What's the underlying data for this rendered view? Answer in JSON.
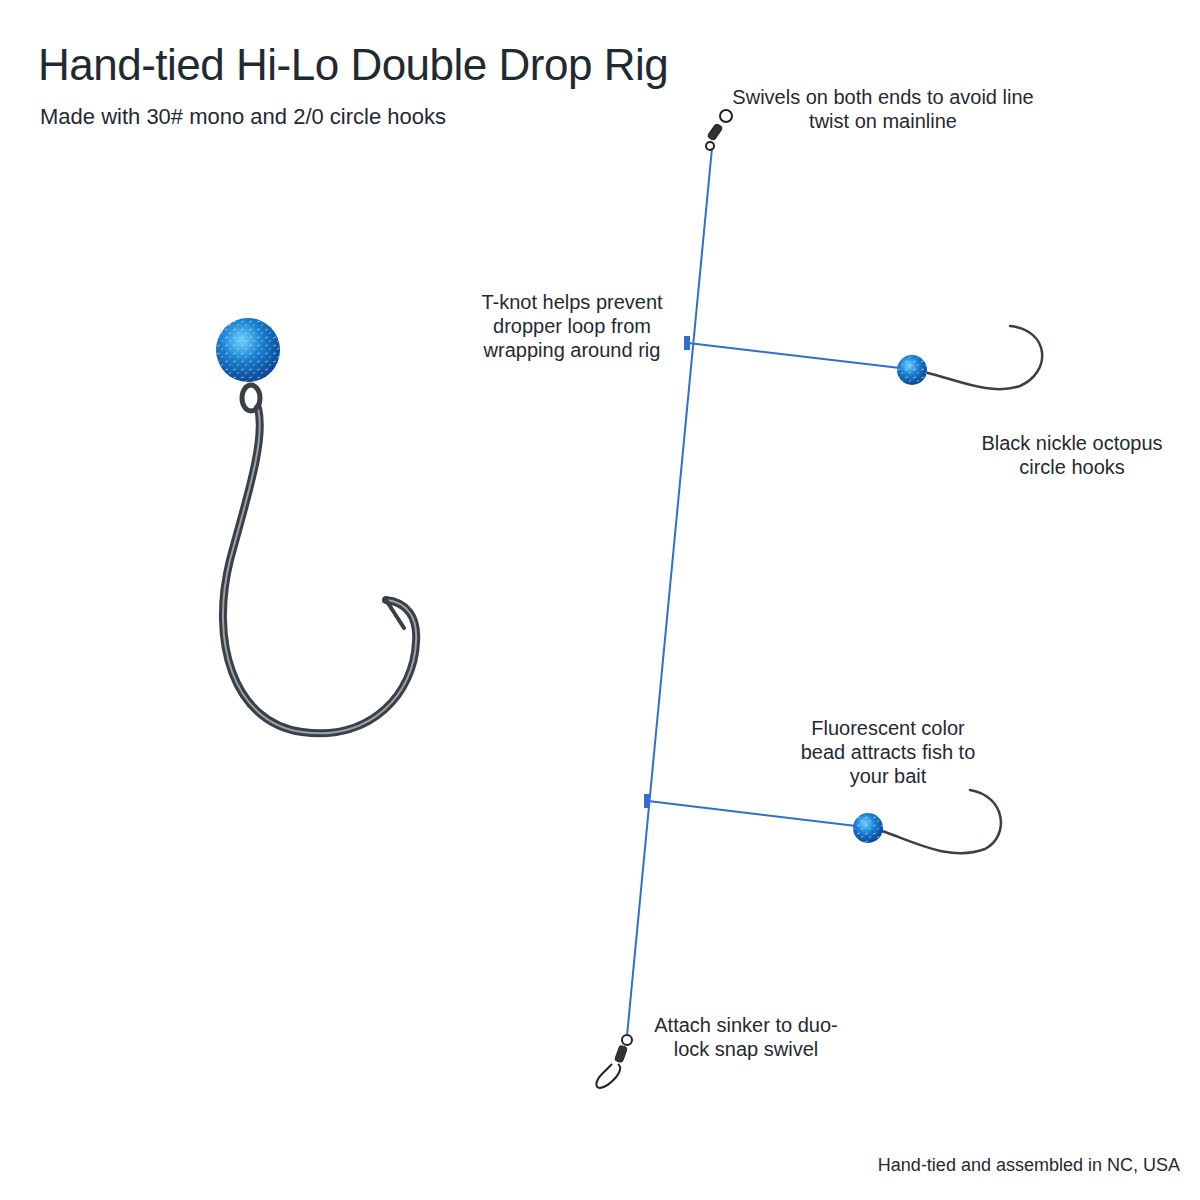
{
  "diagram": {
    "title": "Hand-tied Hi-Lo Double Drop Rig",
    "caption": "Hand-tied and assembled in NC, USA",
    "labels": [
      "Made with 30# mono and 2/0 circle hooks",
      "Swivels on both ends to avoid line twist on mainline",
      "T-knot helps prevent dropper loop from wrapping around rig",
      "Black nickle octopus circle hooks",
      "Fluorescent color bead attracts fish to your bait",
      "Attach sinker to duo-lock snap swivel"
    ]
  }
}
